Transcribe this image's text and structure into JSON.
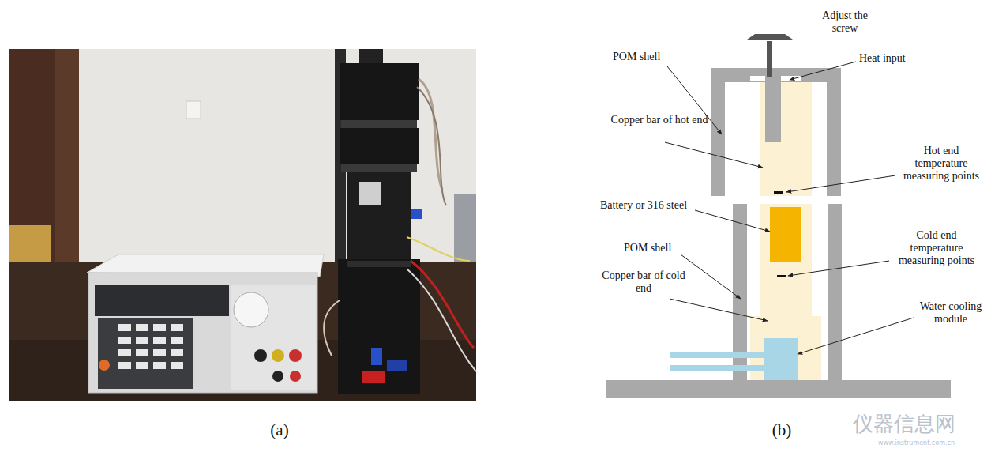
{
  "diagram": {
    "labels": [
      "(a)",
      "(b)",
      "Adjust the screw",
      "POM shell",
      "Heat input",
      "Copper bar of hot end",
      "Hot end temperature measuring points",
      "Battery or 316 steel",
      "Cold end temperature measuring points",
      "POM shell",
      "Copper bar of cold end",
      "Water cooling module",
      "仪器信息网",
      "www.instrument.com.cn"
    ]
  }
}
